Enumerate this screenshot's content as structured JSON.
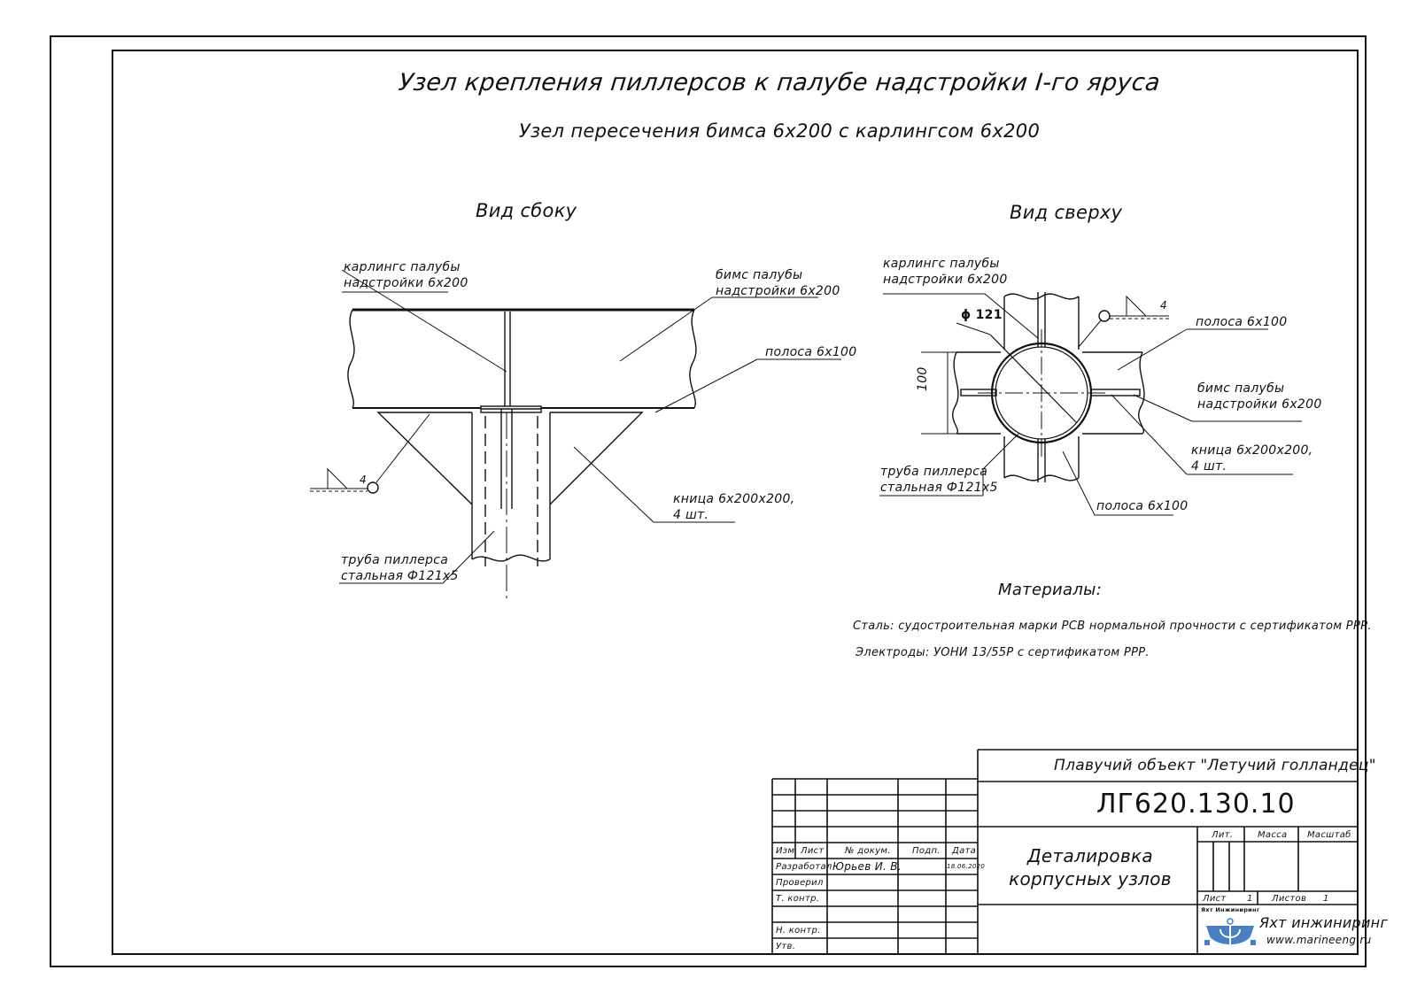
{
  "title": "Узел крепления пиллерсов к палубе надстройки I-го яруса",
  "subtitle": "Узел пересечения бимса 6х200 с карлингсом 6х200",
  "side_view": {
    "heading": "Вид сбоку",
    "label_carlings": [
      "карлингс палубы",
      "надстройки 6х200"
    ],
    "label_beam": [
      "бимс палубы",
      "надстройки 6х200"
    ],
    "label_strip": "полоса 6х100",
    "label_knee": [
      "кница 6х200х200,",
      "4 шт."
    ],
    "label_pipe": [
      "труба пиллерса",
      "стальная Ф121х5"
    ],
    "weld_size": "4"
  },
  "top_view": {
    "heading": "Вид сверху",
    "label_carlings": [
      "карлингс палубы",
      "надстройки 6х200"
    ],
    "label_strip_top": "полоса 6х100",
    "label_beam": [
      "бимс палубы",
      "надстройки 6х200"
    ],
    "label_knee": [
      "кница 6х200х200,",
      "4 шт."
    ],
    "label_pipe": [
      "труба пиллерса",
      "стальная Ф121х5"
    ],
    "label_strip_bottom": "полоса 6х100",
    "dim_diameter": "ϕ 121",
    "dim_100": "100",
    "weld_size": "4"
  },
  "materials": {
    "heading": "Материалы:",
    "steel": "Сталь: судостроительная марки РСВ нормальной прочности с сертификатом РРР.",
    "electrodes": "Электроды: УОНИ 13/55Р с сертификатом РРР."
  },
  "title_block": {
    "object": "Плавучий объект \"Летучий голландец\"",
    "doc_number": "ЛГ620.130.10",
    "doc_name": "Деталировка корпусных узлов",
    "col_change": "Изм",
    "col_sheet": "Лист",
    "col_doc": "№ докум.",
    "col_sign": "Подп.",
    "col_date": "Дата",
    "developed": "Разработал",
    "developer_name": "Юрьев И. В.",
    "date": "18.06.2020",
    "checked": "Проверил",
    "tech_control": "Т. контр.",
    "norm_control": "Н. контр.",
    "approved": "Утв.",
    "lit": "Лит.",
    "mass": "Масса",
    "scale": "Масштаб",
    "sheet_label": "Лист",
    "sheet_value": "1",
    "sheets_label": "Листов",
    "sheets_value": "1",
    "company": "Яхт инжиниринг",
    "website": "www.marineeng.ru",
    "logo_text": "Яхт Инжиниринг",
    "logo_color": "#4a7fc1"
  }
}
